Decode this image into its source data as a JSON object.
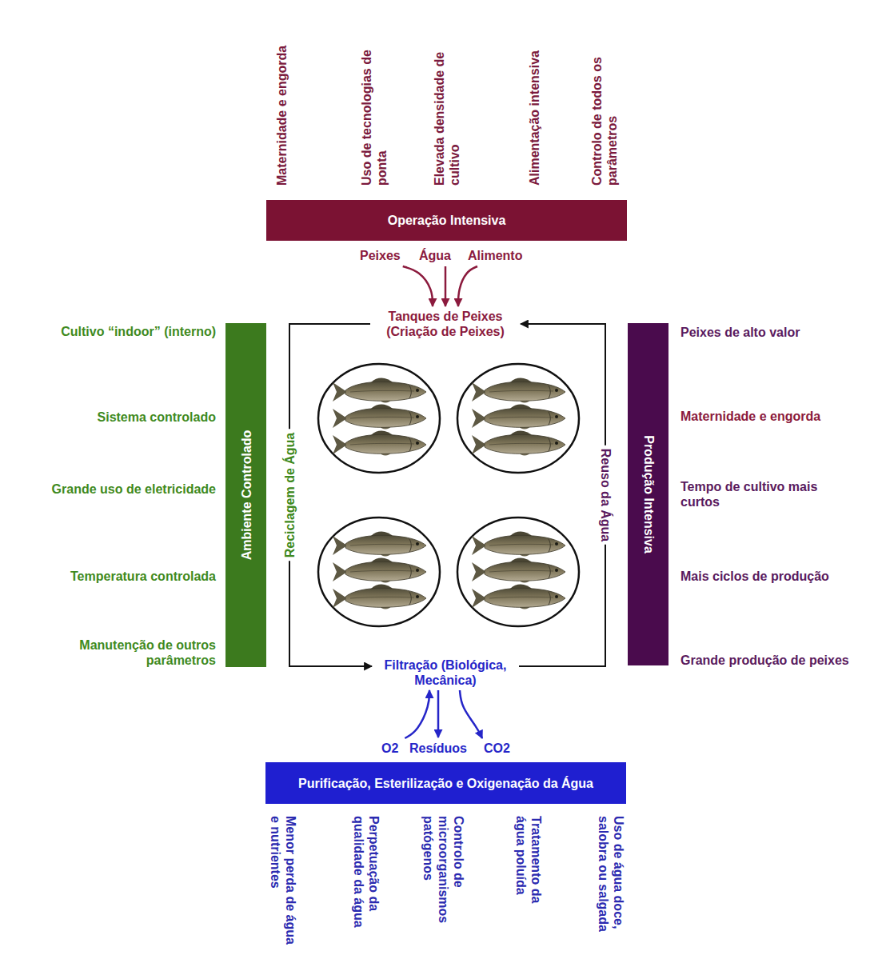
{
  "diagram": {
    "nodes": [
      {
        "text": [
          "Operação Intensiva"
        ]
      },
      {
        "text": [
          "Peixes"
        ]
      },
      {
        "text": [
          "Água"
        ]
      },
      {
        "text": [
          "Alimento"
        ]
      },
      {
        "text": [
          "Tanques de Peixes (Criação de Peixes)"
        ]
      },
      {
        "text": [
          "Ambiente Controlado"
        ]
      },
      {
        "text": [
          "Produção Intensiva"
        ]
      },
      {
        "text": [
          "Filtração (Biológica, Mecânica)"
        ]
      },
      {
        "text": [
          "O2"
        ]
      },
      {
        "text": [
          "Resíduos"
        ]
      },
      {
        "text": [
          "CO2"
        ]
      },
      {
        "text": [
          "Purificação, Esterilização e Oxigenação da Água"
        ]
      }
    ],
    "edges": [
      {
        "from": 1,
        "to": 4,
        "arrow": "to"
      },
      {
        "from": 2,
        "to": 4,
        "arrow": "to"
      },
      {
        "from": 3,
        "to": 4,
        "arrow": "to"
      },
      {
        "from": 4,
        "to": 7,
        "label": "Reciclagem de Água",
        "arrow": "to"
      },
      {
        "from": 7,
        "to": 4,
        "label": "Reuso da Água",
        "arrow": "to"
      },
      {
        "from": 8,
        "to": 7,
        "arrow": "to"
      },
      {
        "from": 7,
        "to": 9,
        "arrow": "to"
      },
      {
        "from": 7,
        "to": 10,
        "arrow": "to"
      }
    ],
    "labels": [
      "Maternidade e engorda",
      "Uso de tecnologias de ponta",
      "Elevada densidade de cultivo",
      "Alimentação intensiva",
      "Controlo de todos os parâmetros",
      "Cultivo “indoor” (interno)",
      "Sistema controlado",
      "Grande uso de eletricidade",
      "Temperatura controlada",
      "Manutenção de outros parâmetros",
      "Peixes de alto valor",
      "Maternidade e engorda",
      "Tempo de cultivo mais curtos",
      "Mais ciclos de produção",
      "Grande produção de peixes",
      "Menor perda de água e nutrientes",
      "Perpetuação da qualidade da água",
      "Controlo de microorganismos patógenos",
      "Tratamento da água poluída",
      "Uso de água doce, salobra ou salgada"
    ]
  }
}
